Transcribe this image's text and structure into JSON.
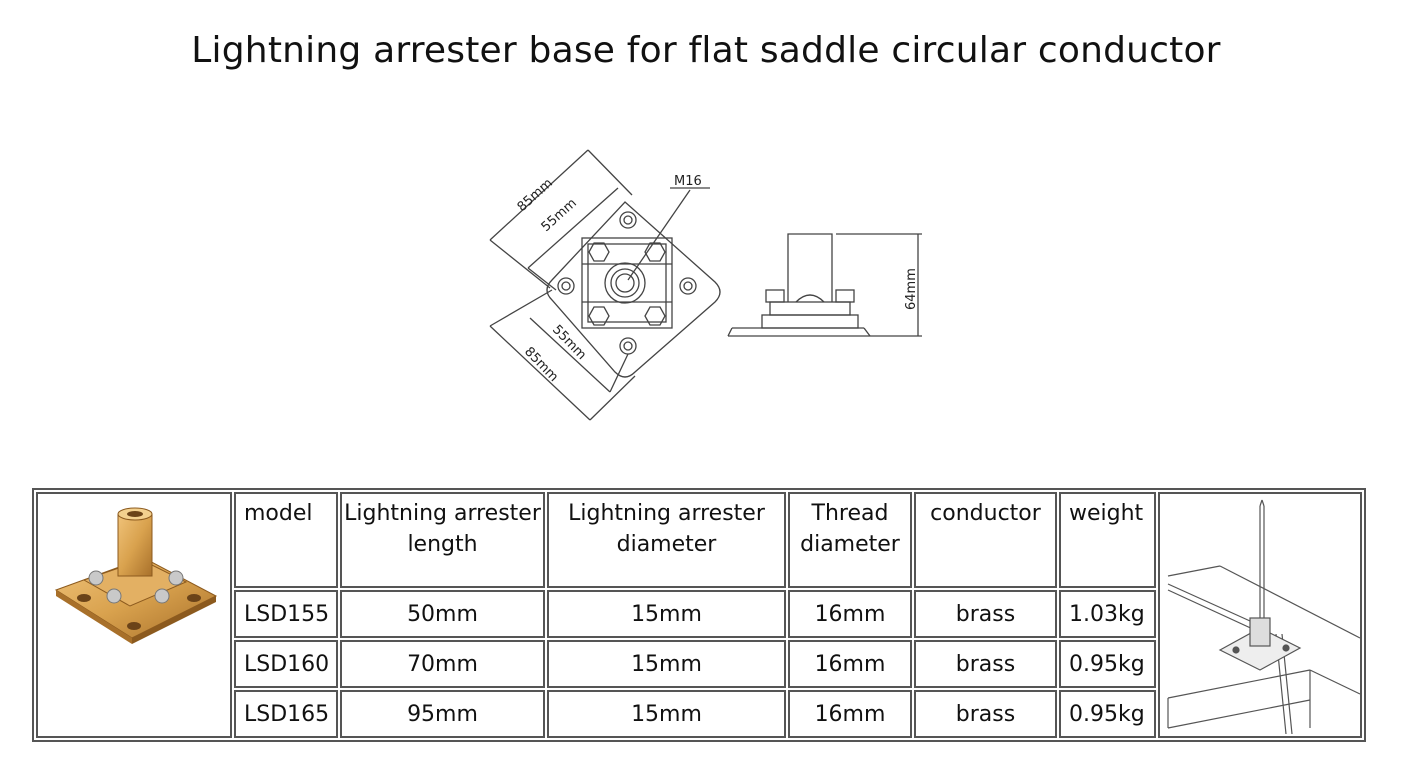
{
  "title": "Lightning arrester base for flat saddle circular conductor",
  "drawing": {
    "label_m16": "M16",
    "label_85_top": "85mm",
    "label_55_top": "55mm",
    "label_55_bottom": "55mm",
    "label_85_bottom": "85mm",
    "label_64": "64mm"
  },
  "table": {
    "headers": [
      "model",
      "Lightning arrester length",
      "Lightning arrester diameter",
      "Thread diameter",
      "conductor",
      "weight"
    ],
    "rows": [
      [
        "LSD155",
        "50mm",
        "15mm",
        "16mm",
        "brass",
        "1.03kg"
      ],
      [
        "LSD160",
        "70mm",
        "15mm",
        "16mm",
        "brass",
        "0.95kg"
      ],
      [
        "LSD165",
        "95mm",
        "15mm",
        "16mm",
        "brass",
        "0.95kg"
      ]
    ]
  },
  "colors": {
    "brass": "#d9a24e",
    "brass_dark": "#a8702a",
    "border": "#555555"
  }
}
